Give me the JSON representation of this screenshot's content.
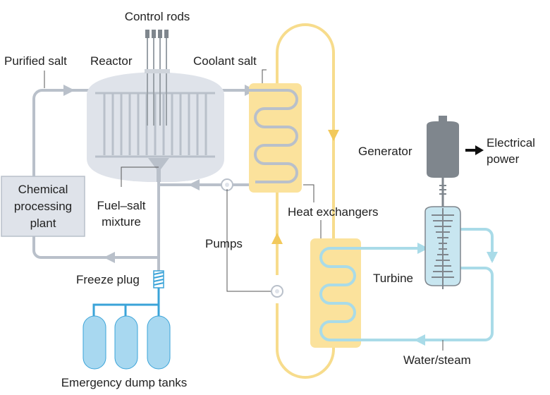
{
  "labels": {
    "control_rods": "Control rods",
    "purified_salt": "Purified salt",
    "reactor": "Reactor",
    "coolant_salt": "Coolant salt",
    "chemical_processing_plant": [
      "Chemical",
      "processing",
      "plant"
    ],
    "fuel_salt_mixture": [
      "Fuel–salt",
      "mixture"
    ],
    "generator": "Generator",
    "electrical_power": [
      "Electrical",
      "power"
    ],
    "heat_exchangers": "Heat exchangers",
    "pumps": "Pumps",
    "turbine": "Turbine",
    "freeze_plug": "Freeze plug",
    "water_steam": "Water/steam",
    "emergency_dump_tanks": "Emergency dump tanks"
  },
  "colors": {
    "fuel_salt_pipe": "#b9c0ca",
    "coolant_loop": "#f7dc8c",
    "heat_exchanger_fill": "#fbe29c",
    "water_steam_pipe": "#a9dbe8",
    "dump_tank": "#a8d8f0",
    "dump_pipe": "#3aa3d8",
    "reactor_vessel": "#dfe3ea",
    "generator": "#7f868d",
    "chem_plant_fill": "#dfe3ea"
  }
}
